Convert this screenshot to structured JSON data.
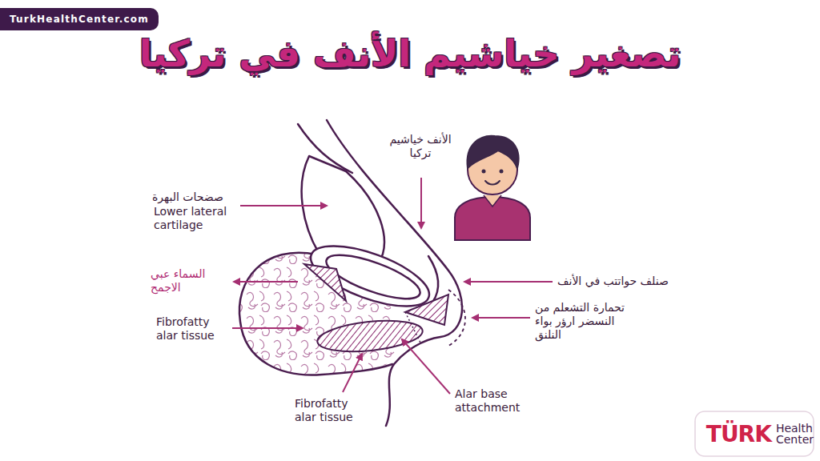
{
  "diagram": {
    "title": "تصغير خياشيم الأنف في تركيا",
    "nodes": [
      {
        "text": [
          "TurkHealthCenter.com"
        ]
      },
      {
        "text": [
          "TÜRK",
          "Health Center"
        ]
      }
    ],
    "labels": [
      "صضحات البهرة",
      "Lower lateral cartilage",
      "السماء عبي الاجمح",
      "Fibrofatty alar tissue",
      "Fibrofatty alar tissue",
      "Alar base attachment",
      "الأنف خياشيم تركيا",
      "صنلف حواتتب في الأنف",
      "تحمارة التشعلم من النسضر ارؤر بواء النلنق"
    ]
  }
}
